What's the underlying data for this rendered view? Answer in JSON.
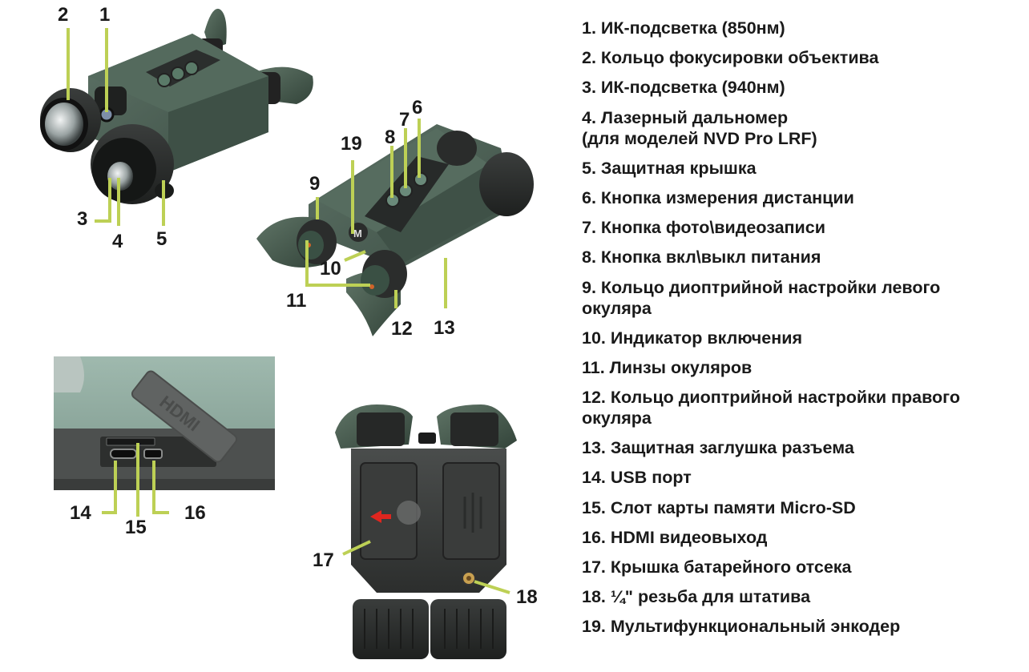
{
  "colors": {
    "leader_line": "#bdd055",
    "body_green": "#4a5e52",
    "rubber_black": "#2a2c2b",
    "text": "#1a1a1a",
    "arrow_red": "#e0261f",
    "brass": "#c8a050"
  },
  "views": {
    "front_view": {
      "callouts": [
        "2",
        "1",
        "3",
        "4",
        "5"
      ]
    },
    "rear_view": {
      "callouts": [
        "19",
        "8",
        "7",
        "6",
        "9",
        "10",
        "11",
        "12",
        "13"
      ],
      "encoder_letter": "M"
    },
    "port_view": {
      "callouts": [
        "14",
        "15",
        "16"
      ],
      "cap_text": "HDMI"
    },
    "bottom_view": {
      "callouts": [
        "17",
        "18"
      ]
    }
  },
  "legend": {
    "items": [
      {
        "num": "1",
        "label": "1. ИК-подсветка (850нм)"
      },
      {
        "num": "2",
        "label": "2. Кольцо фокусировки объектива"
      },
      {
        "num": "3",
        "label": "3. ИК-подсветка (940нм)"
      },
      {
        "num": "4",
        "label": "4. Лазерный дальномер",
        "label2": "(для моделей NVD Pro LRF)"
      },
      {
        "num": "5",
        "label": "5. Защитная крышка"
      },
      {
        "num": "6",
        "label": "6. Кнопка измерения дистанции"
      },
      {
        "num": "7",
        "label": "7. Кнопка фото\\видеозаписи"
      },
      {
        "num": "8",
        "label": "8. Кнопка вкл\\выкл питания"
      },
      {
        "num": "9",
        "label": "9. Кольцо диоптрийной настройки левого",
        "label2": "окуляра"
      },
      {
        "num": "10",
        "label": "10. Индикатор включения"
      },
      {
        "num": "11",
        "label": "11. Линзы окуляров"
      },
      {
        "num": "12",
        "label": "12. Кольцо диоптрийной настройки правого",
        "label2": "окуляра"
      },
      {
        "num": "13",
        "label": "13. Защитная заглушка разъема"
      },
      {
        "num": "14",
        "label": "14. USB порт"
      },
      {
        "num": "15",
        "label": "15. Слот карты памяти Micro-SD"
      },
      {
        "num": "16",
        "label": "16. HDMI видеовыход"
      },
      {
        "num": "17",
        "label": "17. Крышка батарейного отсека"
      },
      {
        "num": "18",
        "label": "18. ¼\" резьба для штатива"
      },
      {
        "num": "19",
        "label": "19. Мультифункциональный энкодер"
      }
    ]
  }
}
